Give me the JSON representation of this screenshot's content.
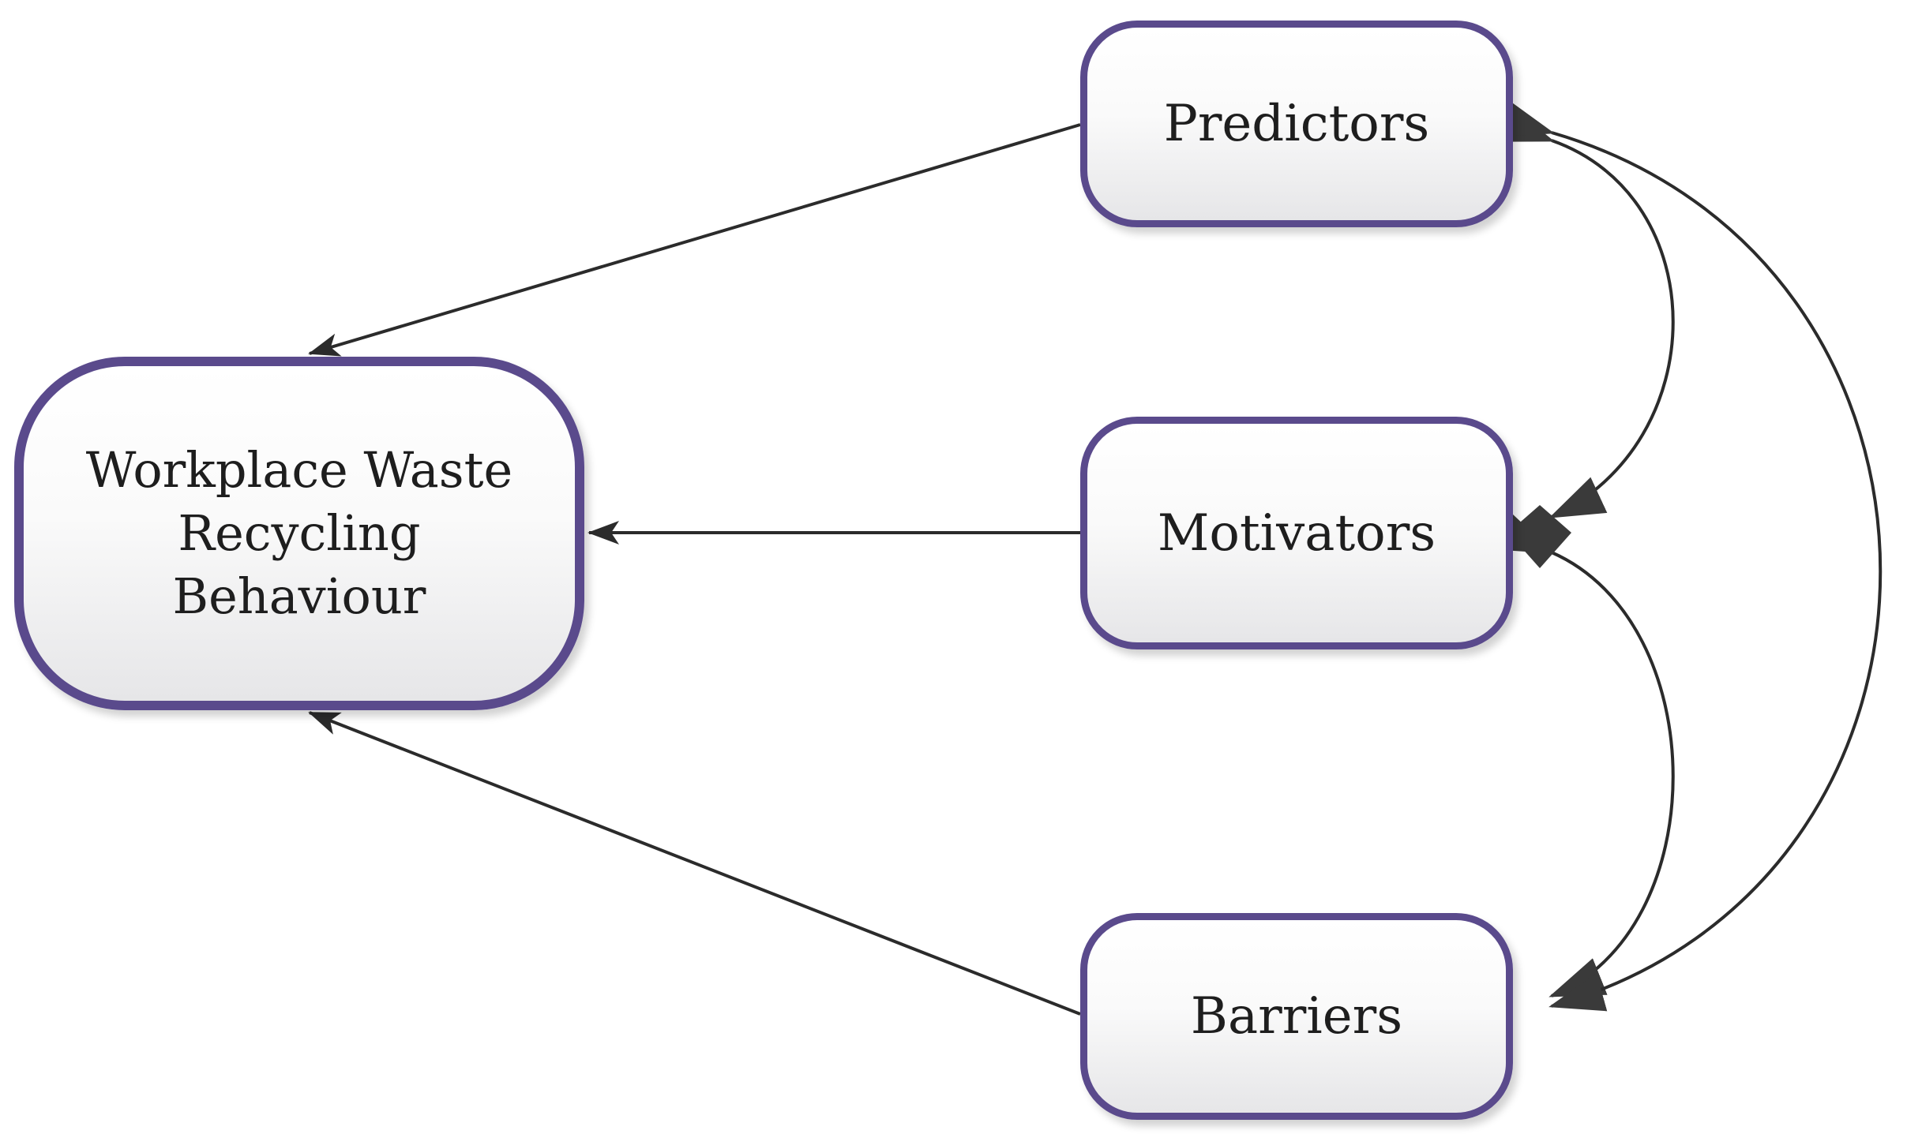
{
  "diagram": {
    "outcome": {
      "lines": [
        "Workplace Waste",
        "Recycling",
        "Behaviour"
      ]
    },
    "factors": {
      "predictors": "Predictors",
      "motivators": "Motivators",
      "barriers": "Barriers"
    },
    "colors": {
      "node_border": "#5a4a8c",
      "edge": "#2b2b2b",
      "arrowhead": "#3a3a3a"
    }
  }
}
